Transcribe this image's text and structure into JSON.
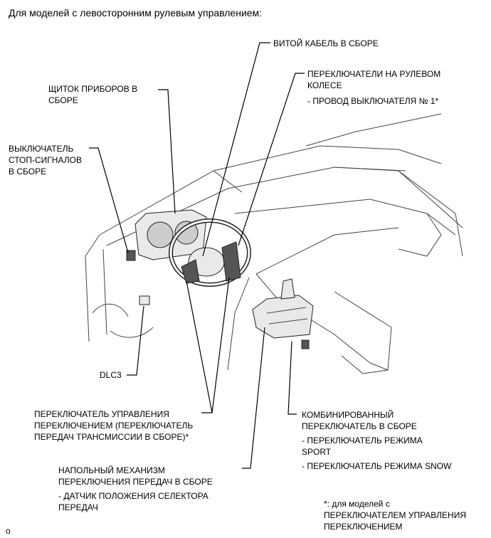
{
  "header": "Для моделей с левосторонним рулевым управлением:",
  "labels": {
    "spiral_cable": "ВИТОЙ КАБЕЛЬ В СБОРЕ",
    "steering_switches": [
      "ПЕРЕКЛЮЧАТЕЛИ НА РУЛЕВОМ",
      "КОЛЕСЕ"
    ],
    "steering_switches_sub": "- ПРОВОД ВЫКЛЮЧАТЕЛЯ № 1*",
    "combination_meter": [
      "ЩИТОК ПРИБОРОВ В",
      "СБОРЕ"
    ],
    "stop_lamp_switch": [
      "ВЫКЛЮЧАТЕЛЬ",
      "СТОП-СИГНАЛОВ",
      "В СБОРЕ"
    ],
    "dlc3": "DLC3",
    "shift_paddle": [
      "ПЕРЕКЛЮЧАТЕЛЬ УПРАВЛЕНИЯ",
      "ПЕРЕКЛЮЧЕНИЕМ (ПЕРЕКЛЮЧАТЕЛЬ",
      "ПЕРЕДАЧ ТРАНСМИССИИ В СБОРЕ)*"
    ],
    "combined_switch": [
      "КОМБИНИРОВАННЫЙ",
      "ПЕРЕКЛЮЧАТЕЛЬ В СБОРЕ"
    ],
    "combined_switch_sub": [
      "- ПЕРЕКЛЮЧАТЕЛЬ РЕЖИМА",
      "SPORT",
      "- ПЕРЕКЛЮЧАТЕЛЬ РЕЖИМА SNOW"
    ],
    "floor_shift": [
      "НАПОЛЬНЫЙ МЕХАНИЗМ",
      "ПЕРЕКЛЮЧЕНИЯ ПЕРЕДАЧ В СБОРЕ"
    ],
    "floor_shift_sub": [
      "- ДАТЧИК ПОЛОЖЕНИЯ СЕЛЕКТОРА",
      "ПЕРЕДАЧ"
    ],
    "footnote": [
      "*: для моделей с",
      "ПЕРЕКЛЮЧАТЕЛЕМ УПРАВЛЕНИЯ",
      "ПЕРЕКЛЮЧЕНИЕМ"
    ],
    "corner_mark": "o"
  }
}
